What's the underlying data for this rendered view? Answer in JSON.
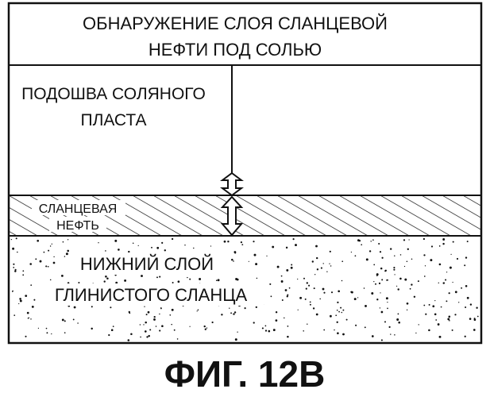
{
  "diagram": {
    "title_line1": "ОБНАРУЖЕНИЕ СЛОЯ СЛАНЦЕВОЙ",
    "title_line2": "НЕФТИ ПОД СОЛЬЮ",
    "salt_base_line1": "ПОДОШВА СОЛЯНОГО",
    "salt_base_line2": "ПЛАСТА",
    "shale_oil_line1": "СЛАНЦЕВАЯ",
    "shale_oil_line2": "НЕФТЬ",
    "lower_shale_line1": "НИЖНИЙ СЛОЙ",
    "lower_shale_line2": "ГЛИНИСТОГО СЛАНЦА",
    "caption": "ФИГ. 12В"
  },
  "colors": {
    "ink": "#111111",
    "background": "#ffffff"
  }
}
